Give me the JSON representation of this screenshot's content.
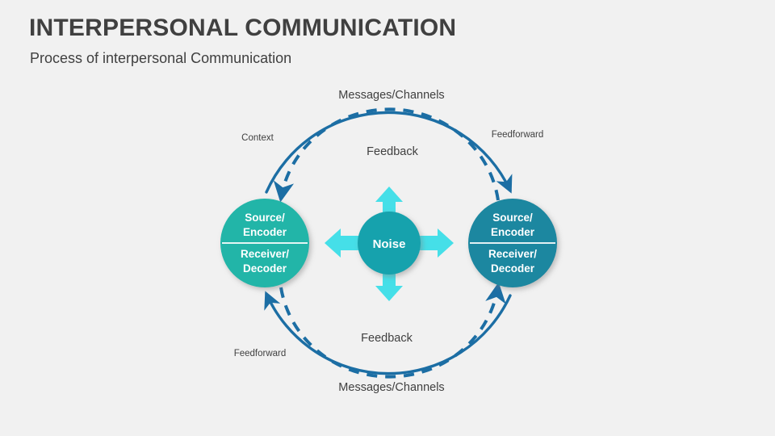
{
  "slide": {
    "title": "INTERPERSONAL COMMUNICATION",
    "subtitle": "Process of interpersonal Communication",
    "background_color": "#f1f1f1",
    "title_color": "#404040"
  },
  "diagram": {
    "type": "cyclical-communication-process",
    "nodes": {
      "left_party": {
        "top_line1": "Source/",
        "top_line2": "Encoder",
        "bottom_line1": "Receiver/",
        "bottom_line2": "Decoder",
        "color": "#22b5a8",
        "text_color": "#ffffff"
      },
      "right_party": {
        "top_line1": "Source/",
        "top_line2": "Encoder",
        "bottom_line1": "Receiver/",
        "bottom_line2": "Decoder",
        "color": "#1a87a0",
        "text_color": "#ffffff"
      },
      "noise": {
        "label": "Noise",
        "color": "#17a2ad",
        "text_color": "#ffffff",
        "arrow_color": "#45dfe8"
      }
    },
    "labels": {
      "top_outer": "Messages/Channels",
      "top_inner": "Feedback",
      "top_left": "Context",
      "top_right": "Feedforward",
      "bottom_outer": "Messages/Channels",
      "bottom_inner": "Feedback",
      "bottom_left": "Feedforward"
    },
    "arcs": {
      "solid_color": "#1c6ea4",
      "dashed_color": "#1c6ea4",
      "solid_style": "solid",
      "dashed_style": "dashed"
    }
  }
}
